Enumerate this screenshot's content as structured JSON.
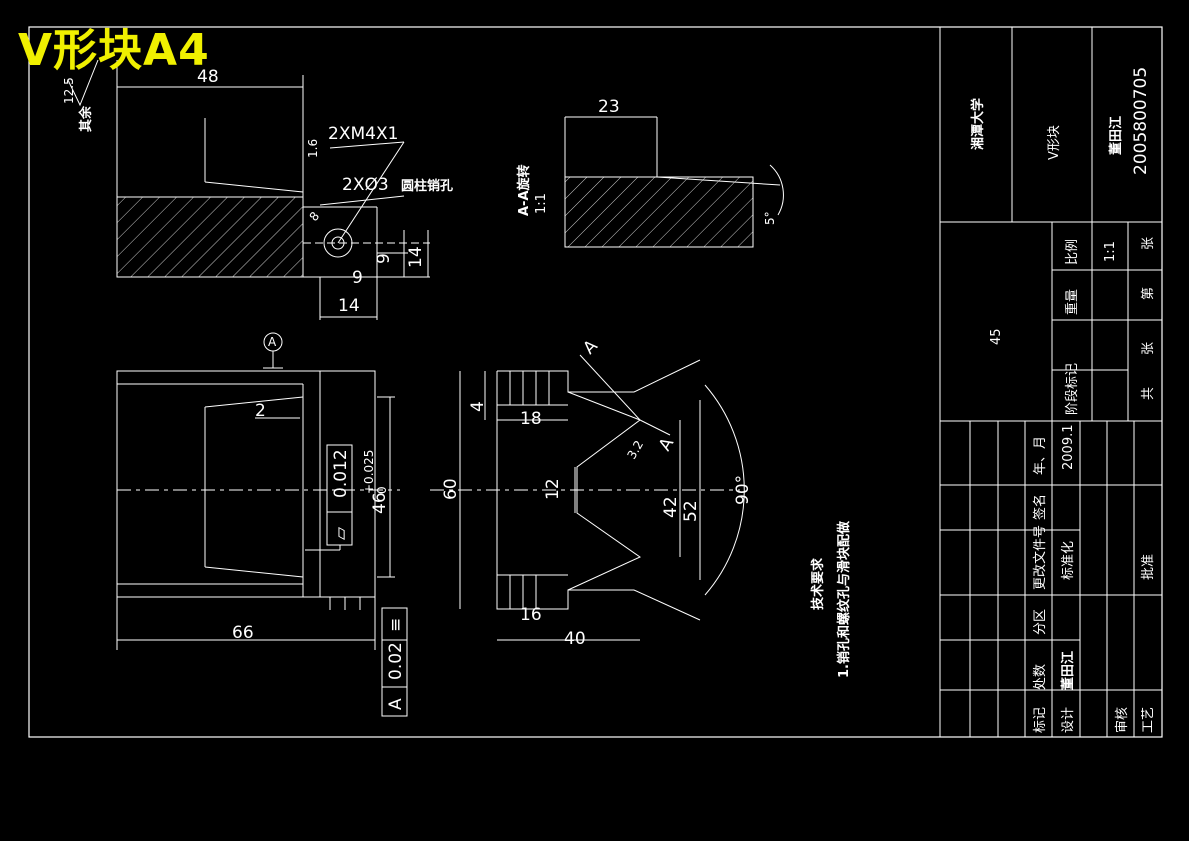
{
  "title": "V形块A4",
  "view_top": {
    "dim_width": "48",
    "hole_note_1": "2XM4X1",
    "hole_note_2": "2XØ3",
    "hole_note_2b": "圆柱销孔",
    "dim_8": "8",
    "dim_9v": "9",
    "dim_14v": "14",
    "dim_9h": "9",
    "dim_14h": "14",
    "roughness_label": "其余",
    "roughness_value": "12.5",
    "roughness_small": "1.6"
  },
  "view_section": {
    "label": "A-A旋转",
    "scale": "1:1",
    "dim_23": "23",
    "dim_5deg": "5°"
  },
  "view_front": {
    "datum": "A",
    "dim_2": "2",
    "dim_46": "46",
    "tol_upper": "+0.025",
    "tol_lower": "0",
    "flat_tol": "0.012",
    "dim_66": "66",
    "sym_tol": "0.02",
    "sym_datum": "A"
  },
  "view_side": {
    "dim_4": "4",
    "dim_18": "18",
    "dim_60": "60",
    "dim_12": "12",
    "dim_42": "42",
    "dim_52": "52",
    "dim_90": "90°",
    "dim_16": "16",
    "dim_40": "40",
    "section_mark_1": "A",
    "section_mark_2": "A",
    "roughness": "3.2"
  },
  "tech_req": {
    "heading": "技术要求",
    "line1": "1.销孔和螺纹孔与滑块配做"
  },
  "title_block": {
    "school": "湘潭大学",
    "part_name": "V形块",
    "author": "董田江",
    "student_no": "2005800705",
    "material": "45",
    "stage_mark": "阶段标记",
    "weight": "重量",
    "ratio_label": "比例",
    "ratio_value": "1:1",
    "sheets_total": "共",
    "sheet_unit": "张",
    "sheet_no": "第",
    "sheet_unit2": "张",
    "row_mark": "标记",
    "row_count": "处数",
    "row_zone": "分区",
    "row_doc": "更改文件号",
    "row_sign": "签名",
    "row_date": "年、月",
    "design_label": "设计",
    "designer": "董田江",
    "date_value": "2009.1",
    "standard_label": "标准化",
    "review_label": "审核",
    "process_label": "工艺",
    "approve_label": "批准"
  }
}
